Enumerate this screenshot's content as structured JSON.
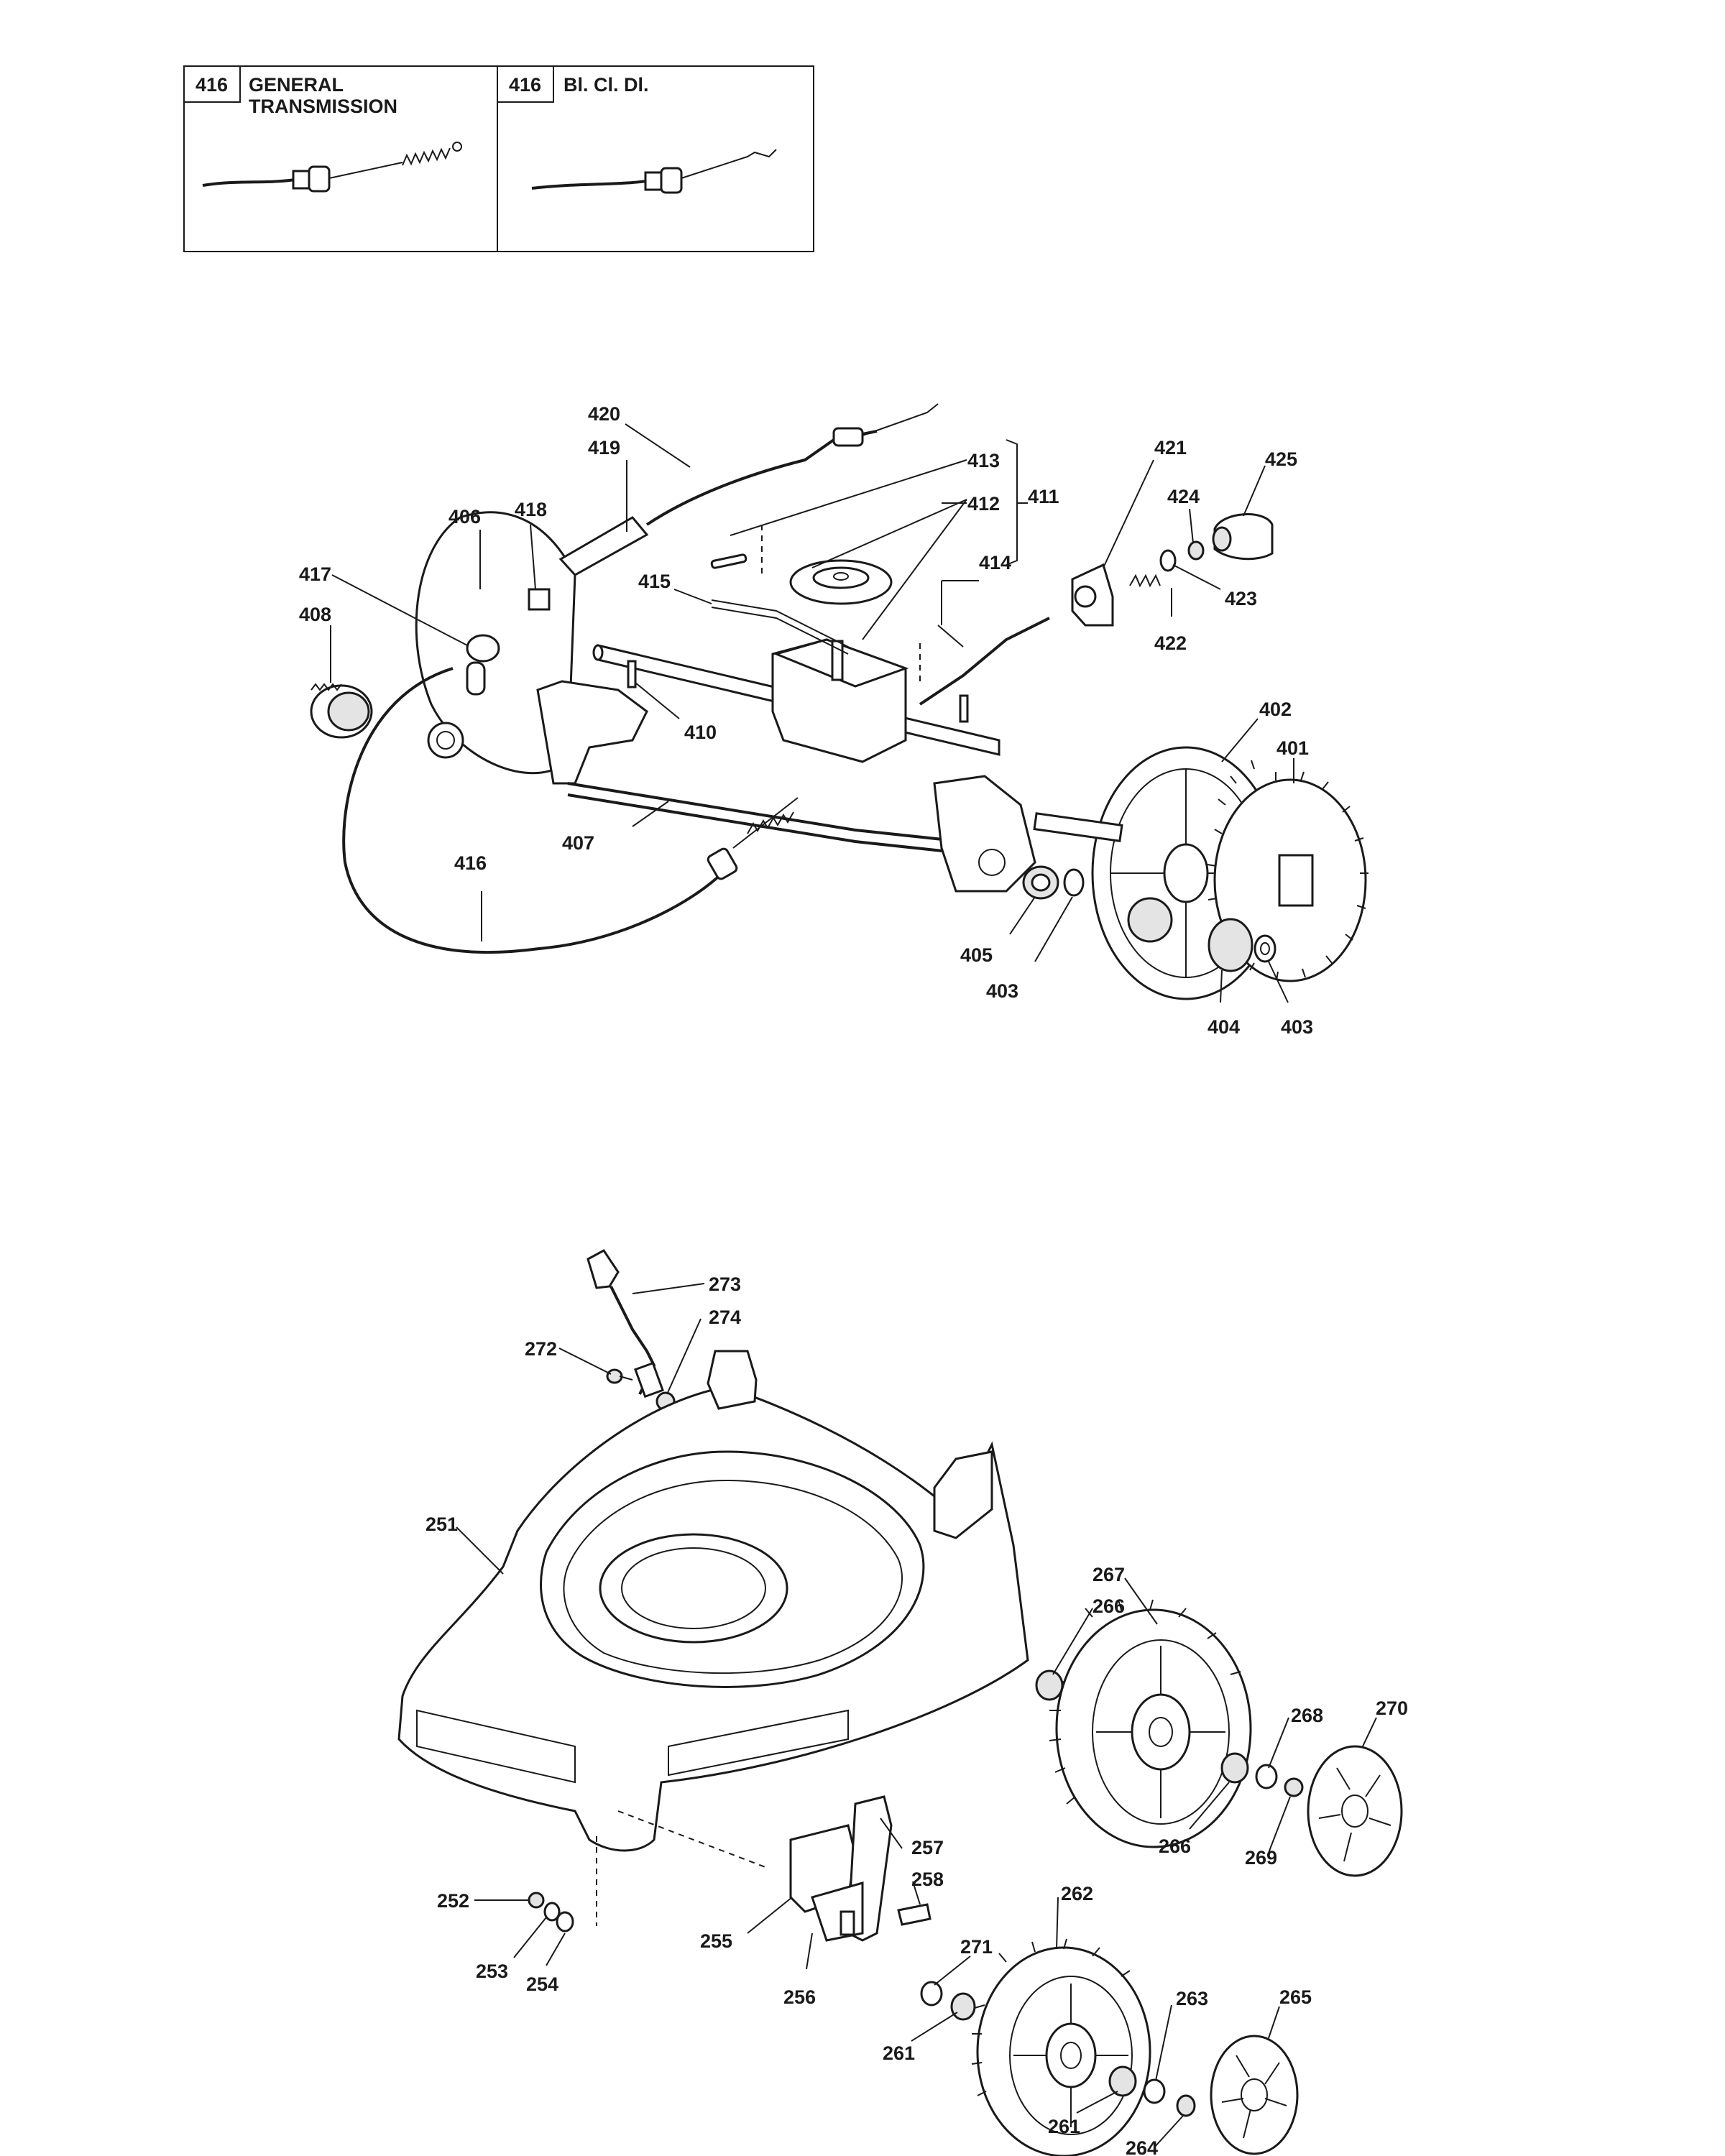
{
  "legend": {
    "boxes": [
      {
        "code": "416",
        "title_line1": "GENERAL",
        "title_line2": "TRANSMISSION"
      },
      {
        "code": "416",
        "title_line1": "Bl. Cl. Dl.",
        "title_line2": ""
      }
    ]
  },
  "transmission_labels": [
    "420",
    "419",
    "413",
    "412",
    "411",
    "421",
    "425",
    "424",
    "406",
    "418",
    "417",
    "415",
    "414",
    "423",
    "408",
    "422",
    "410",
    "402",
    "401",
    "407",
    "416",
    "405",
    "403",
    "404",
    "403"
  ],
  "deck_labels": [
    "273",
    "274",
    "272",
    "251",
    "267",
    "266",
    "268",
    "270",
    "257",
    "266",
    "269",
    "258",
    "262",
    "252",
    "271",
    "255",
    "253",
    "254",
    "256",
    "263",
    "265",
    "261",
    "261",
    "264"
  ]
}
